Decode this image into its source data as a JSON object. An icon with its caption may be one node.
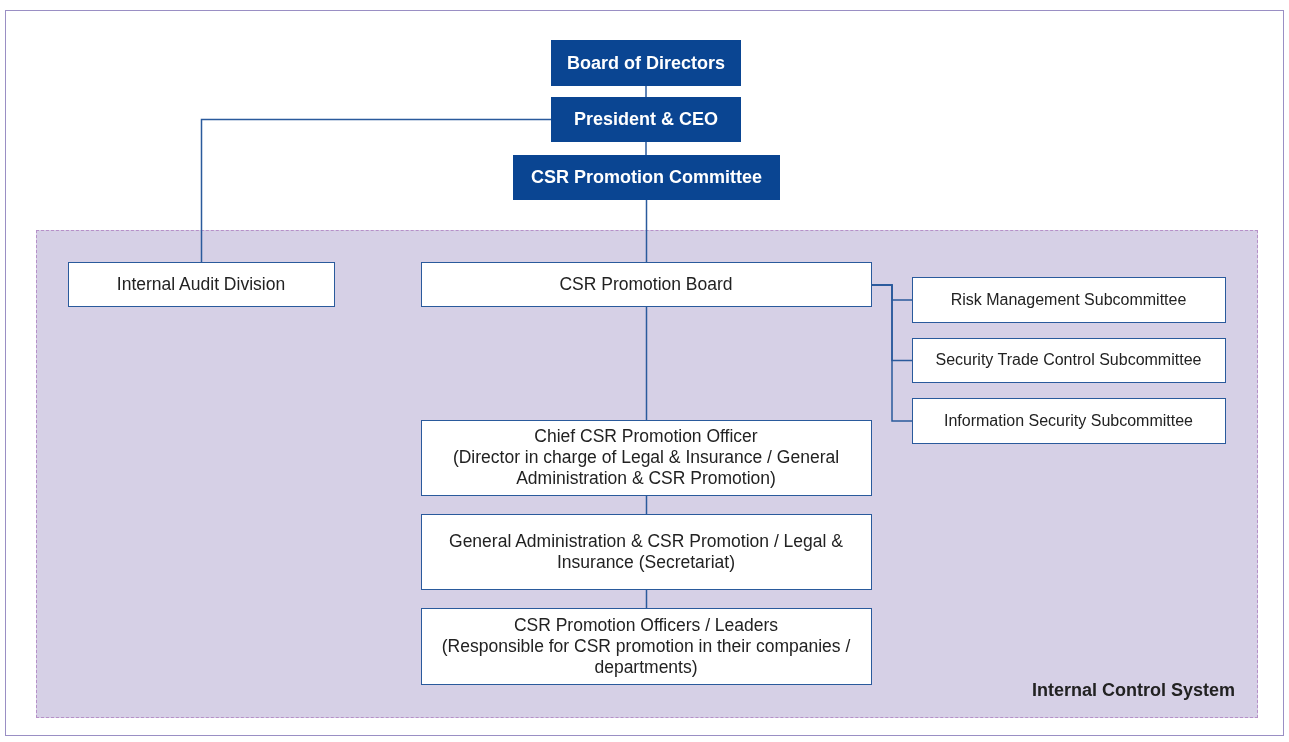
{
  "diagram": {
    "nodes": [
      {
        "text": [
          "Board of Directors"
        ]
      },
      {
        "text": [
          "President & CEO"
        ]
      },
      {
        "text": [
          "CSR Promotion Committee"
        ]
      },
      {
        "text": [
          "Internal Control System"
        ]
      },
      {
        "text": [
          "Internal Audit Division"
        ],
        "in": 3
      },
      {
        "text": [
          "CSR Promotion Board"
        ],
        "in": 3
      },
      {
        "text": [
          "Risk Management Subcommittee"
        ],
        "in": 3
      },
      {
        "text": [
          "Security Trade Control Subcommittee"
        ],
        "in": 3
      },
      {
        "text": [
          "Information Security Subcommittee"
        ],
        "in": 3
      },
      {
        "text": [
          "Chief CSR Promotion Officer",
          "(Director in charge of Legal & Insurance / General Administration & CSR Promotion)"
        ],
        "in": 3
      },
      {
        "text": [
          "General Administration & CSR Promotion / Legal & Insurance (Secretariat)"
        ],
        "in": 3
      },
      {
        "text": [
          "CSR Promotion Officers / Leaders",
          "(Responsible for CSR promotion in their companies / departments)"
        ],
        "in": 3
      }
    ],
    "edges": [
      {
        "from": 0,
        "to": 1,
        "arrow": "none"
      },
      {
        "from": 1,
        "to": 2,
        "arrow": "none"
      },
      {
        "from": 1,
        "to": 4,
        "arrow": "none"
      },
      {
        "from": 2,
        "to": 5,
        "arrow": "none"
      },
      {
        "from": 5,
        "to": 6,
        "arrow": "none"
      },
      {
        "from": 5,
        "to": 7,
        "arrow": "none"
      },
      {
        "from": 5,
        "to": 8,
        "arrow": "none"
      },
      {
        "from": 5,
        "to": 9,
        "arrow": "none"
      },
      {
        "from": 9,
        "to": 10,
        "arrow": "none"
      },
      {
        "from": 10,
        "to": 11,
        "arrow": "none"
      }
    ]
  }
}
